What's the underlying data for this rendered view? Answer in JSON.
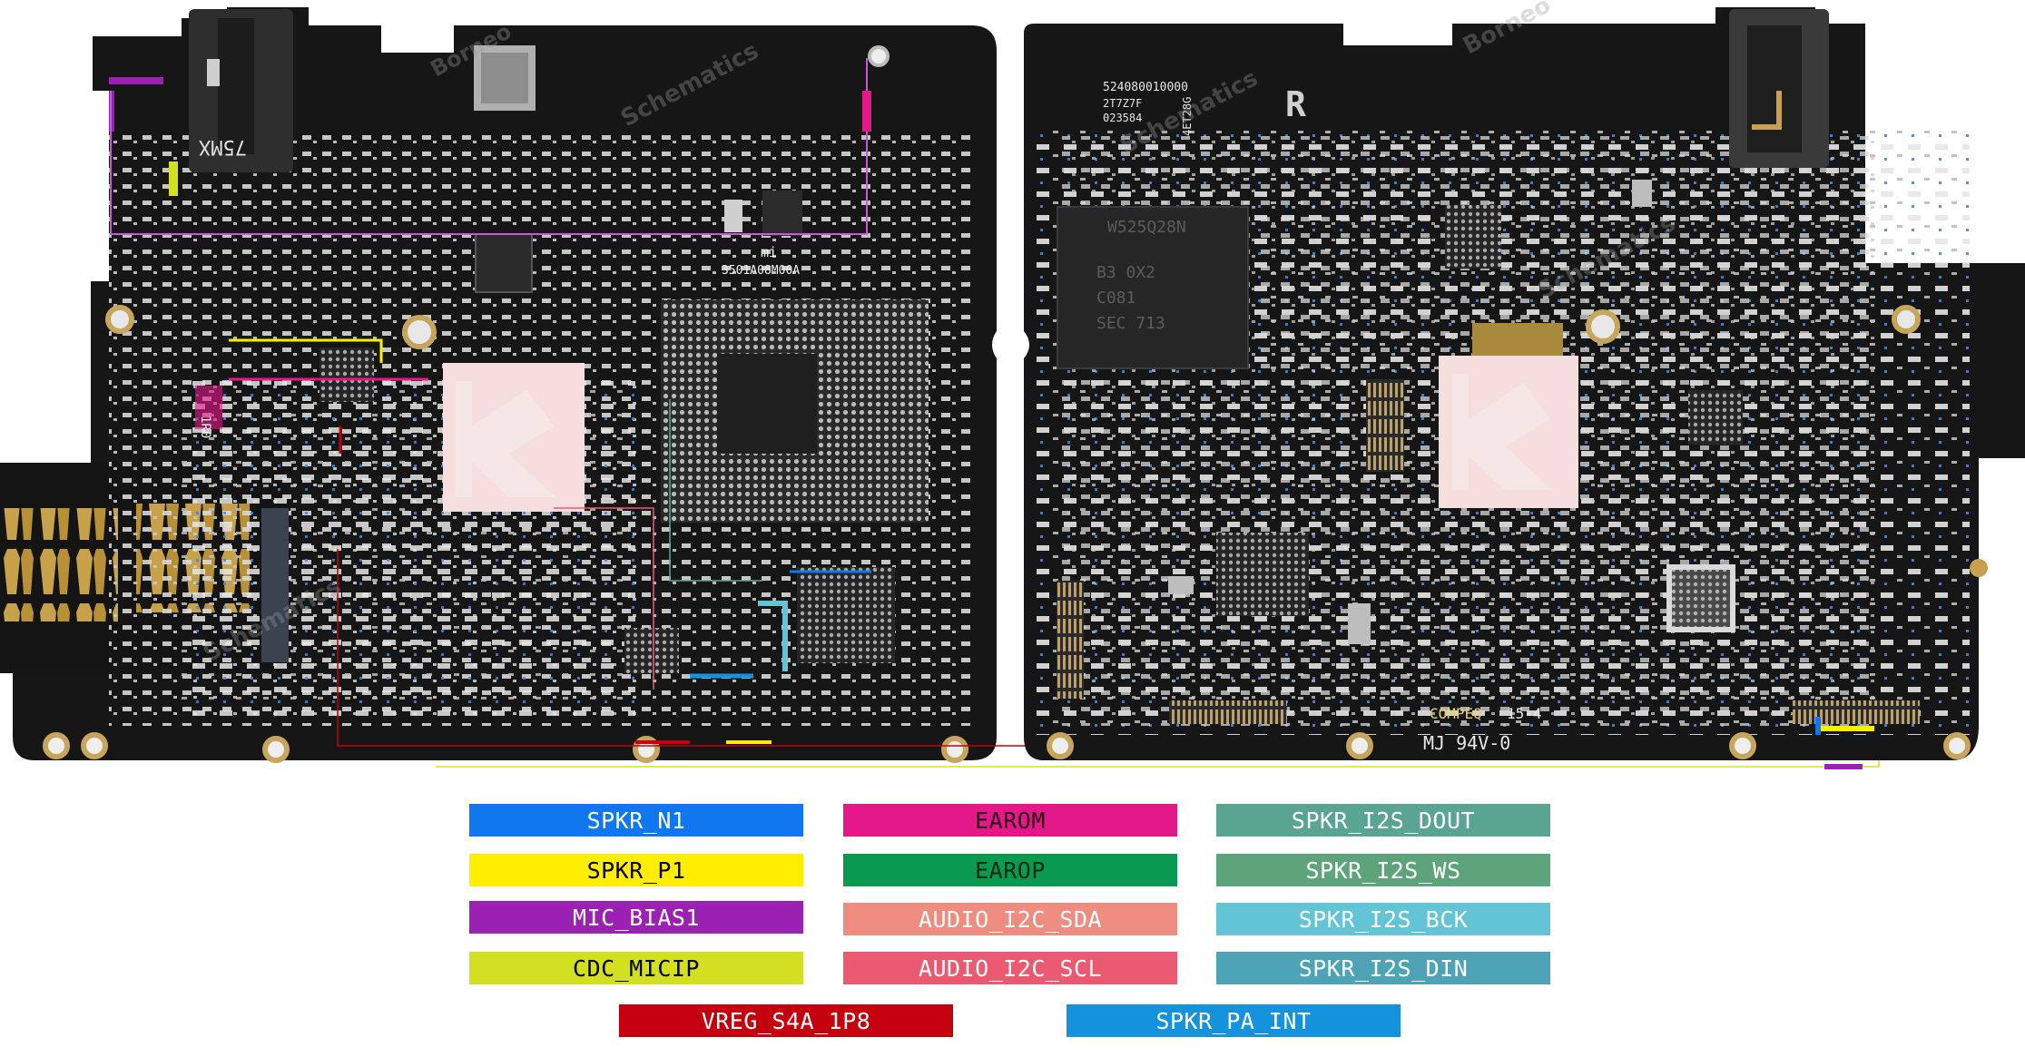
{
  "board_labels": {
    "chip_marking": "3501A08M00A",
    "brand_logo": "mi",
    "left_resistor": "1R0",
    "left_corner": "75MX",
    "serial_1": "524080010000",
    "serial_2": "2T7Z7F",
    "serial_3": "023584",
    "serial_4": "4ET28G",
    "side_marking": "R",
    "mem_chip_line1": "W525Q28N",
    "mem_chip_line2": "B3 0X2",
    "mem_chip_line3": "C081",
    "mem_chip_line4": "SEC 713",
    "cert_mark": "COMPEQ",
    "cert_code": "15-4",
    "cert_rating": "MJ 94V-0",
    "watermark_line1": "Borneo",
    "watermark_line2": "Schematics"
  },
  "legend": [
    {
      "label": "SPKR_N1",
      "color": "#1177ee",
      "text_color": "#ffffff"
    },
    {
      "label": "EAROM",
      "color": "#e5188a",
      "text_color": "#2a0a18"
    },
    {
      "label": "SPKR_I2S_DOUT",
      "color": "#5aa591",
      "text_color": "#ffffff"
    },
    {
      "label": "SPKR_P1",
      "color": "#ffee00",
      "text_color": "#000000"
    },
    {
      "label": "EAROP",
      "color": "#0a9a4f",
      "text_color": "#0a2a14"
    },
    {
      "label": "SPKR_I2S_WS",
      "color": "#5ea47a",
      "text_color": "#ffffff"
    },
    {
      "label": "MIC_BIAS1",
      "color": "#9b21b3",
      "text_color": "#ffffff"
    },
    {
      "label": "AUDIO_I2C_SDA",
      "color": "#ee8c80",
      "text_color": "#ffffff"
    },
    {
      "label": "SPKR_I2S_BCK",
      "color": "#62c4d4",
      "text_color": "#ffffff"
    },
    {
      "label": "CDC_MICIP",
      "color": "#d3e021",
      "text_color": "#000000"
    },
    {
      "label": "AUDIO_I2C_SCL",
      "color": "#ec5a72",
      "text_color": "#ffffff"
    },
    {
      "label": "SPKR_I2S_DIN",
      "color": "#4fa3b6",
      "text_color": "#ffffff"
    },
    {
      "label": "VREG_S4A_1P8",
      "color": "#c4000e",
      "text_color": "#ffffff"
    },
    {
      "label": "SPKR_PA_INT",
      "color": "#1592dc",
      "text_color": "#ffffff"
    }
  ]
}
